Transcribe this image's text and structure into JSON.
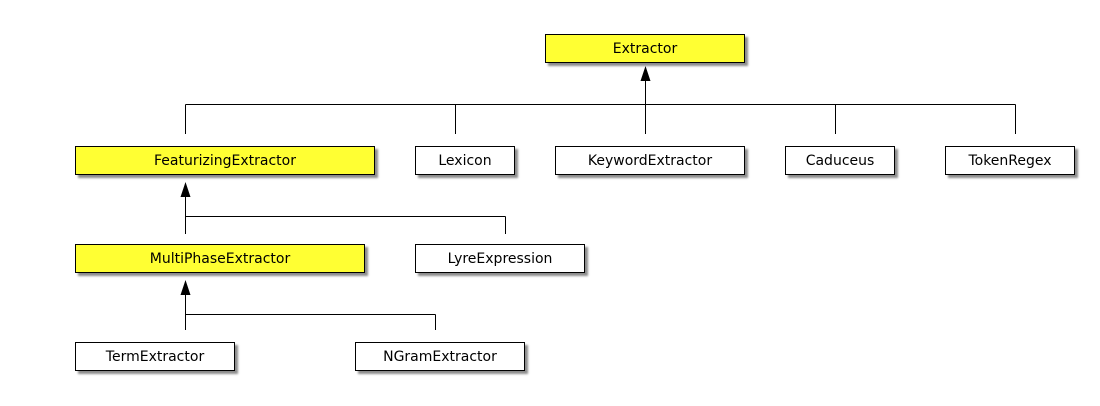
{
  "diagram": {
    "type": "class-hierarchy",
    "highlight_color": "#ffff33",
    "nodes": {
      "extractor": {
        "label": "Extractor",
        "highlighted": true
      },
      "featurizing_extractor": {
        "label": "FeaturizingExtractor",
        "highlighted": true
      },
      "lexicon": {
        "label": "Lexicon",
        "highlighted": false
      },
      "keyword_extractor": {
        "label": "KeywordExtractor",
        "highlighted": false
      },
      "caduceus": {
        "label": "Caduceus",
        "highlighted": false
      },
      "token_regex": {
        "label": "TokenRegex",
        "highlighted": false
      },
      "multi_phase_extractor": {
        "label": "MultiPhaseExtractor",
        "highlighted": true
      },
      "lyre_expression": {
        "label": "LyreExpression",
        "highlighted": false
      },
      "term_extractor": {
        "label": "TermExtractor",
        "highlighted": false
      },
      "ngram_extractor": {
        "label": "NGramExtractor",
        "highlighted": false
      }
    },
    "inheritance": [
      {
        "parent": "Extractor",
        "children": [
          "FeaturizingExtractor",
          "Lexicon",
          "KeywordExtractor",
          "Caduceus",
          "TokenRegex"
        ]
      },
      {
        "parent": "FeaturizingExtractor",
        "children": [
          "MultiPhaseExtractor",
          "LyreExpression"
        ]
      },
      {
        "parent": "MultiPhaseExtractor",
        "children": [
          "TermExtractor",
          "NGramExtractor"
        ]
      }
    ]
  }
}
